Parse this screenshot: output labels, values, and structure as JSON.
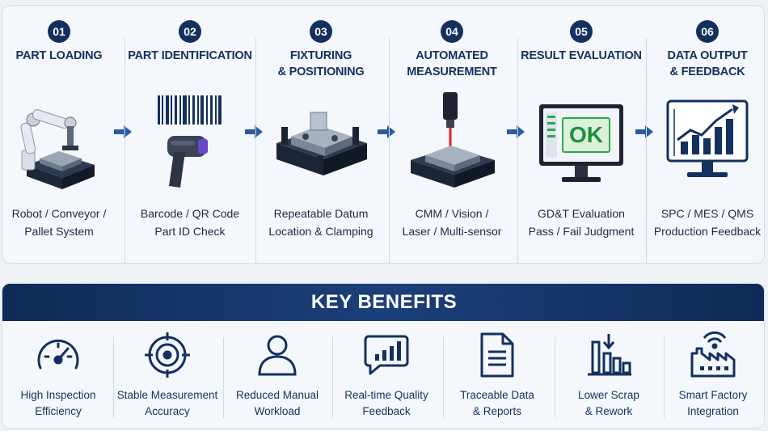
{
  "process": {
    "steps": [
      {
        "number": "01",
        "title": [
          "PART LOADING"
        ],
        "desc": [
          "Robot / Conveyor /",
          "Pallet System"
        ]
      },
      {
        "number": "02",
        "title": [
          "PART IDENTIFICATION"
        ],
        "desc": [
          "Barcode / QR Code",
          "Part ID Check"
        ]
      },
      {
        "number": "03",
        "title": [
          "FIXTURING",
          "& POSITIONING"
        ],
        "desc": [
          "Repeatable Datum",
          "Location & Clamping"
        ]
      },
      {
        "number": "04",
        "title": [
          "AUTOMATED",
          "MEASUREMENT"
        ],
        "desc": [
          "CMM / Vision /",
          "Laser / Multi-sensor"
        ]
      },
      {
        "number": "05",
        "title": [
          "RESULT EVALUATION"
        ],
        "desc": [
          "GD&T Evaluation",
          "Pass / Fail Judgment"
        ]
      },
      {
        "number": "06",
        "title": [
          "DATA OUTPUT",
          "& FEEDBACK"
        ],
        "desc": [
          "SPC / MES / QMS",
          "Production Feedback"
        ]
      }
    ],
    "screen_result": "OK"
  },
  "benefits": {
    "title": "KEY BENEFITS",
    "items": [
      {
        "icon": "speedometer-icon",
        "label": [
          "High Inspection",
          "Efficiency"
        ]
      },
      {
        "icon": "target-icon",
        "label": [
          "Stable Measurement",
          "Accuracy"
        ]
      },
      {
        "icon": "person-icon",
        "label": [
          "Reduced Manual",
          "Workload"
        ]
      },
      {
        "icon": "chat-chart-icon",
        "label": [
          "Real-time Quality",
          "Feedback"
        ]
      },
      {
        "icon": "document-icon",
        "label": [
          "Traceable Data",
          "& Reports"
        ]
      },
      {
        "icon": "bar-chart-down-icon",
        "label": [
          "Lower Scrap",
          "& Rework"
        ]
      },
      {
        "icon": "smart-factory-icon",
        "label": [
          "Smart Factory",
          "Integration"
        ]
      }
    ]
  },
  "colors": {
    "navy": "#13305f",
    "arrow": "#2a5b9f",
    "ok_green": "#2aa84a",
    "laser_red": "#e0202a"
  }
}
